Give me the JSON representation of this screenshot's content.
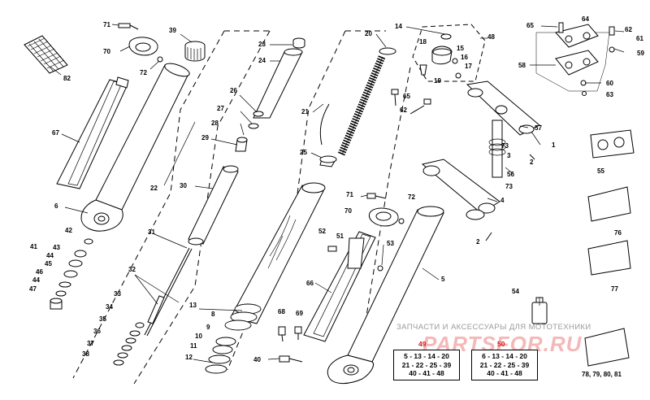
{
  "callouts": [
    {
      "text": "71"
    },
    {
      "text": "70"
    },
    {
      "text": "72"
    },
    {
      "text": "82"
    },
    {
      "text": "67"
    },
    {
      "text": "6"
    },
    {
      "text": "41"
    },
    {
      "text": "42"
    },
    {
      "text": "43"
    },
    {
      "text": "44"
    },
    {
      "text": "45"
    },
    {
      "text": "46"
    },
    {
      "text": "44"
    },
    {
      "text": "47"
    },
    {
      "text": "39"
    },
    {
      "text": "22"
    },
    {
      "text": "30"
    },
    {
      "text": "31"
    },
    {
      "text": "32"
    },
    {
      "text": "33"
    },
    {
      "text": "34"
    },
    {
      "text": "35"
    },
    {
      "text": "36"
    },
    {
      "text": "37"
    },
    {
      "text": "38"
    },
    {
      "text": "23"
    },
    {
      "text": "24"
    },
    {
      "text": "26"
    },
    {
      "text": "27"
    },
    {
      "text": "28"
    },
    {
      "text": "29"
    },
    {
      "text": "13"
    },
    {
      "text": "8"
    },
    {
      "text": "9"
    },
    {
      "text": "10"
    },
    {
      "text": "11"
    },
    {
      "text": "12"
    },
    {
      "text": "20"
    },
    {
      "text": "21"
    },
    {
      "text": "25"
    },
    {
      "text": "14"
    },
    {
      "text": "18"
    },
    {
      "text": "15"
    },
    {
      "text": "16"
    },
    {
      "text": "17"
    },
    {
      "text": "19"
    },
    {
      "text": "48"
    },
    {
      "text": "65"
    },
    {
      "text": "62"
    },
    {
      "text": "71"
    },
    {
      "text": "72"
    },
    {
      "text": "70"
    },
    {
      "text": "52"
    },
    {
      "text": "51"
    },
    {
      "text": "53"
    },
    {
      "text": "66"
    },
    {
      "text": "5"
    },
    {
      "text": "68"
    },
    {
      "text": "69"
    },
    {
      "text": "40"
    },
    {
      "text": "65"
    },
    {
      "text": "64"
    },
    {
      "text": "62"
    },
    {
      "text": "61"
    },
    {
      "text": "59"
    },
    {
      "text": "58"
    },
    {
      "text": "60"
    },
    {
      "text": "63"
    },
    {
      "text": "57"
    },
    {
      "text": "1"
    },
    {
      "text": "3"
    },
    {
      "text": "73"
    },
    {
      "text": "2"
    },
    {
      "text": "56"
    },
    {
      "text": "73"
    },
    {
      "text": "4"
    },
    {
      "text": "2"
    },
    {
      "text": "55"
    },
    {
      "text": "76"
    },
    {
      "text": "77"
    },
    {
      "text": "54"
    }
  ],
  "watermark": {
    "caption": "ЗАПЧАСТИ И АКСЕССУАРЫ ДЛЯ МОТОТЕХНИКИ",
    "logo": "PARTSFOR.RU"
  },
  "legends": [
    {
      "number": "49",
      "line1": "5 - 13 - 14 - 20",
      "line2": "21 - 22 - 25 - 39",
      "line3": "40 - 41 - 48"
    },
    {
      "number": "50",
      "line1": "6 - 13 - 14 - 20",
      "line2": "21 - 22 - 25 - 39",
      "line3": "40 - 41 - 48"
    }
  ],
  "kit_label": "78, 79, 80, 81",
  "colors": {
    "ink": "#000000",
    "paper": "#ffffff",
    "watermark_red": "#d21a1a",
    "watermark_gray": "#9a9a9a"
  }
}
